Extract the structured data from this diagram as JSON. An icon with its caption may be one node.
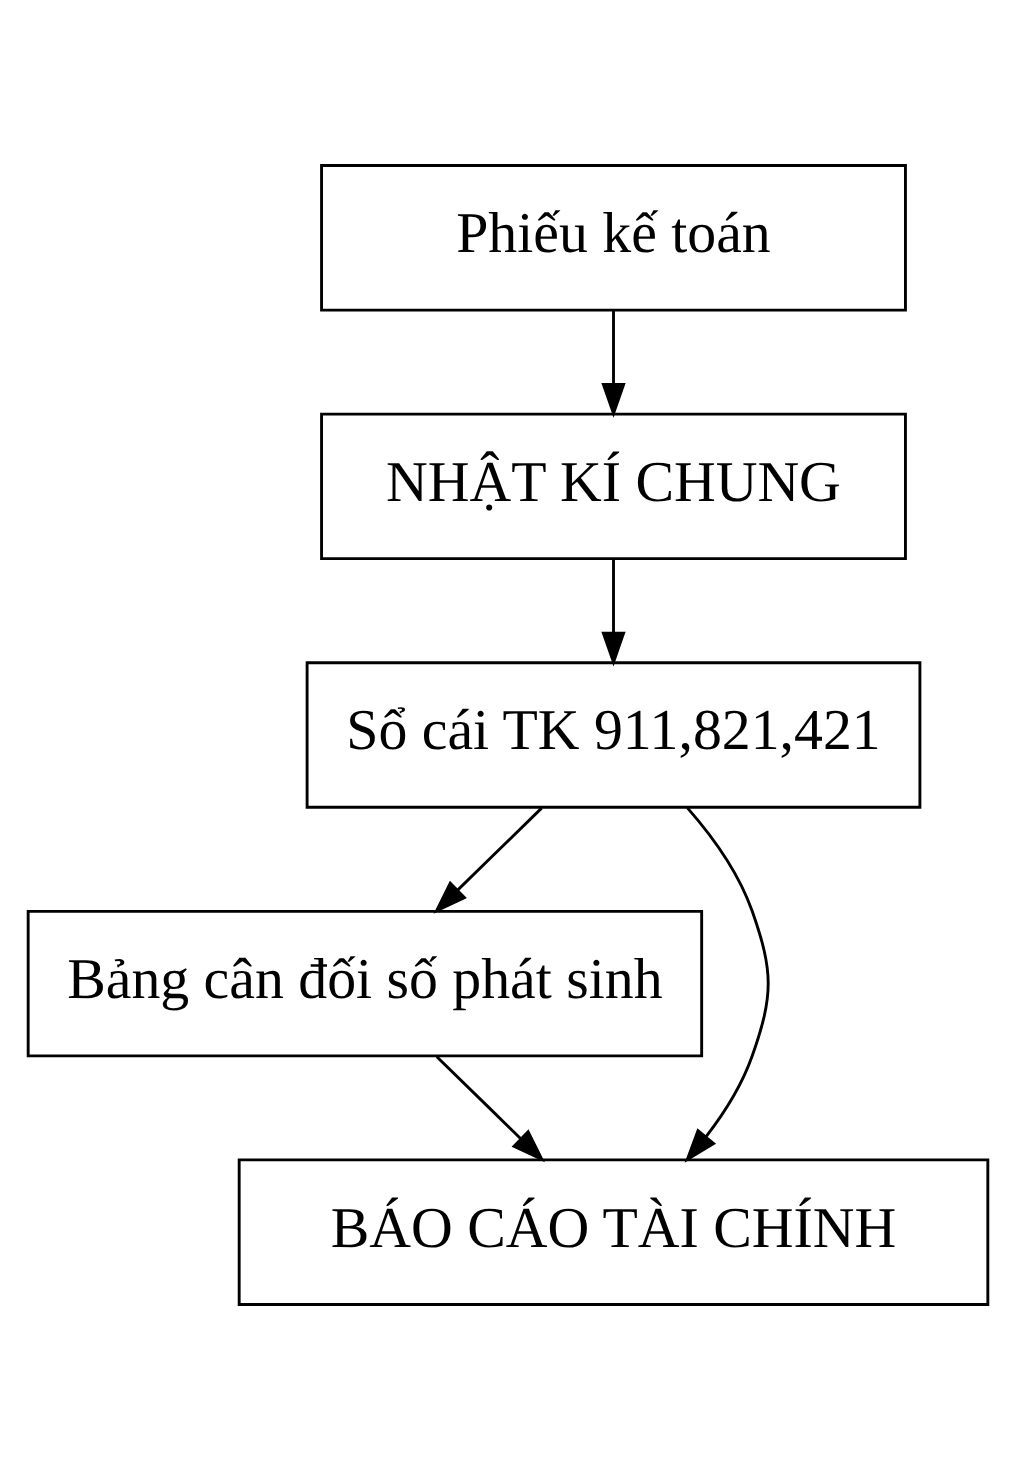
{
  "diagram": {
    "nodes": [
      {
        "text": [
          "Phiếu kế toán"
        ]
      },
      {
        "text": [
          "NHẬT KÍ CHUNG"
        ]
      },
      {
        "text": [
          "Sổ cái TK 911,821,421"
        ]
      },
      {
        "text": [
          "Bảng cân đối số phát sinh"
        ]
      },
      {
        "text": [
          "BÁO CÁO TÀI CHÍNH"
        ]
      }
    ],
    "edges": [
      {
        "from": 0,
        "to": 1,
        "arrow": "to"
      },
      {
        "from": 1,
        "to": 2,
        "arrow": "to"
      },
      {
        "from": 2,
        "to": 4,
        "arrow": "to"
      },
      {
        "from": 2,
        "to": 3,
        "arrow": "to"
      },
      {
        "from": 3,
        "to": 4,
        "arrow": "to"
      }
    ]
  }
}
